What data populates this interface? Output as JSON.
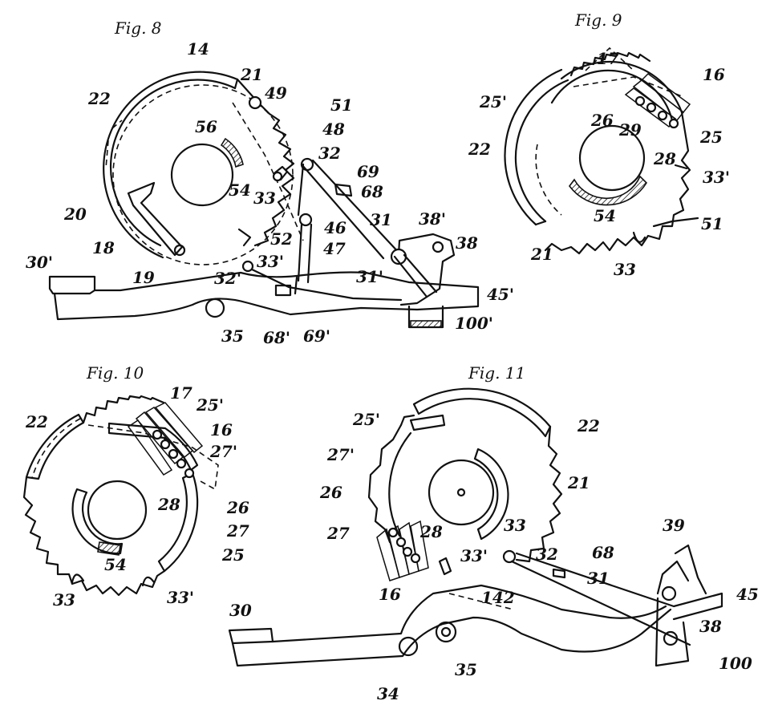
{
  "figures": [
    {
      "title": "Fig. 8",
      "labels": [
        "14",
        "22",
        "21",
        "49",
        "51",
        "48",
        "56",
        "32",
        "69",
        "68",
        "54",
        "33",
        "20",
        "18",
        "31",
        "46",
        "38'",
        "38",
        "52",
        "47",
        "33'",
        "31'",
        "30'",
        "19",
        "32'",
        "45'",
        "35",
        "68'",
        "69'",
        "100'"
      ]
    },
    {
      "title": "Fig. 9",
      "labels": [
        "17",
        "16",
        "25'",
        "26",
        "29",
        "25",
        "28",
        "22",
        "33'",
        "54",
        "51",
        "21",
        "33"
      ]
    },
    {
      "title": "Fig. 10",
      "labels": [
        "17",
        "25'",
        "22",
        "16",
        "27'",
        "28",
        "26",
        "27",
        "54",
        "25",
        "33",
        "33'"
      ]
    },
    {
      "title": "Fig. 11",
      "labels": [
        "25'",
        "22",
        "27'",
        "26",
        "21",
        "27",
        "28",
        "33",
        "32",
        "68",
        "39",
        "33'",
        "31",
        "45",
        "16",
        "142",
        "38",
        "30",
        "100",
        "35",
        "34"
      ]
    }
  ]
}
